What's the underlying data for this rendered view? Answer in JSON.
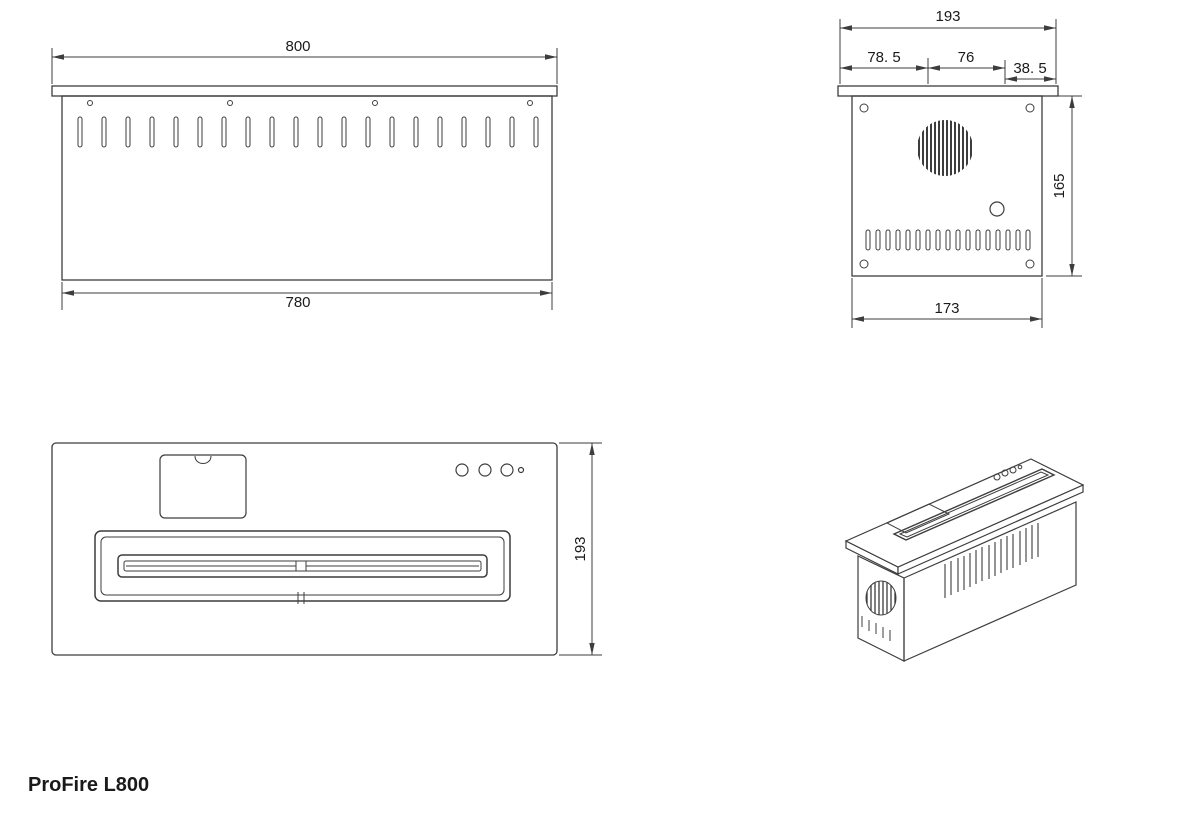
{
  "title": "ProFire L800",
  "dimensions": {
    "front_top": "800",
    "front_bottom": "780",
    "side_total": "193",
    "side_left": "78. 5",
    "side_center": "76",
    "side_right": "38. 5",
    "side_height": "165",
    "side_bottom": "173",
    "plan_depth": "193"
  },
  "colors": {
    "line": "#3d3d3d",
    "text": "#1a1a1a",
    "background": "#ffffff"
  }
}
